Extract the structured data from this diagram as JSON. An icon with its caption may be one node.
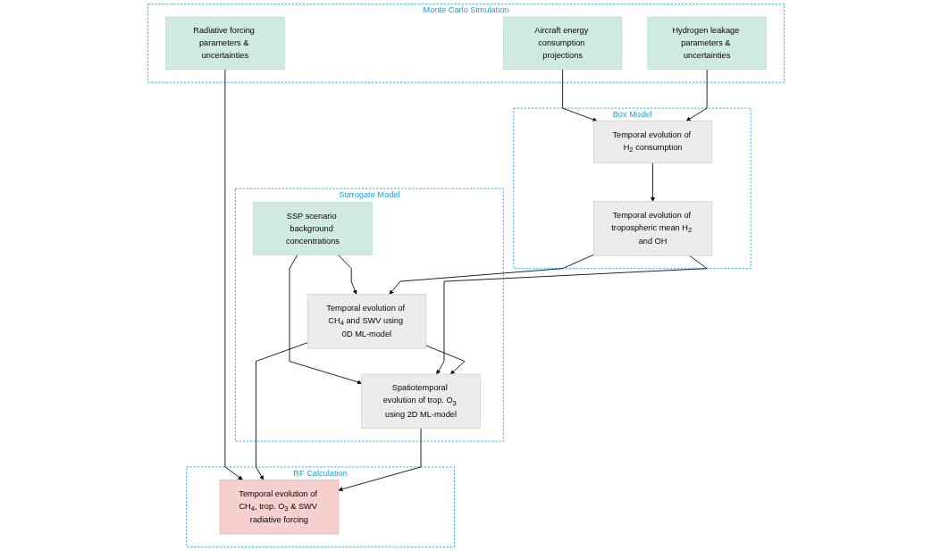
{
  "diagram": {
    "nodes": [
      {
        "text": [
          "Monte Carlo Simulation"
        ]
      },
      {
        "text": [
          "Aircraft energy consumption projections"
        ],
        "in": 0
      },
      {
        "text": [
          "Hydrogen leakage parameters & uncertainties"
        ],
        "in": 0
      },
      {
        "text": [
          "Radiative forcing parameters & uncertainties"
        ],
        "in": 0
      },
      {
        "text": [
          "Box Model"
        ]
      },
      {
        "text": [
          "Temporal evolution of H$_{2}$ consumption"
        ],
        "in": 4
      },
      {
        "text": [
          "Temporal evolution of tropospheric mean H$_{2}$ and OH"
        ],
        "in": 4
      },
      {
        "text": [
          "Surrogate Model"
        ]
      },
      {
        "text": [
          "SSP scenario background concentrations"
        ],
        "in": 7
      },
      {
        "text": [
          "Temporal evolution of CH$_{4}$ and SWV using 0D ML-model"
        ],
        "in": 7
      },
      {
        "text": [
          "Spatiotemporal evolution of trop. O$_{3}$ using 2D ML-model"
        ],
        "in": 7
      },
      {
        "text": [
          "RF Calculation"
        ]
      },
      {
        "text": [
          "Temporal evolution of CH$_{4}$, trop. O$_{3}$ & SWV radiative forcing"
        ],
        "in": 11
      }
    ],
    "edges": [
      {
        "from": 1,
        "to": 5,
        "arrow": "to"
      },
      {
        "from": 2,
        "to": 5,
        "arrow": "to"
      },
      {
        "from": 5,
        "to": 6,
        "arrow": "to"
      },
      {
        "from": 8,
        "to": 9,
        "arrow": "to"
      },
      {
        "from": 8,
        "to": 10,
        "arrow": "to"
      },
      {
        "from": 6,
        "to": 9,
        "arrow": "to"
      },
      {
        "from": 6,
        "to": 10,
        "arrow": "to"
      },
      {
        "from": 9,
        "to": 10,
        "arrow": "to"
      },
      {
        "from": 3,
        "to": 12,
        "arrow": "to"
      },
      {
        "from": 9,
        "to": 12,
        "arrow": "to"
      },
      {
        "from": 10,
        "to": 12,
        "arrow": "to"
      }
    ]
  }
}
